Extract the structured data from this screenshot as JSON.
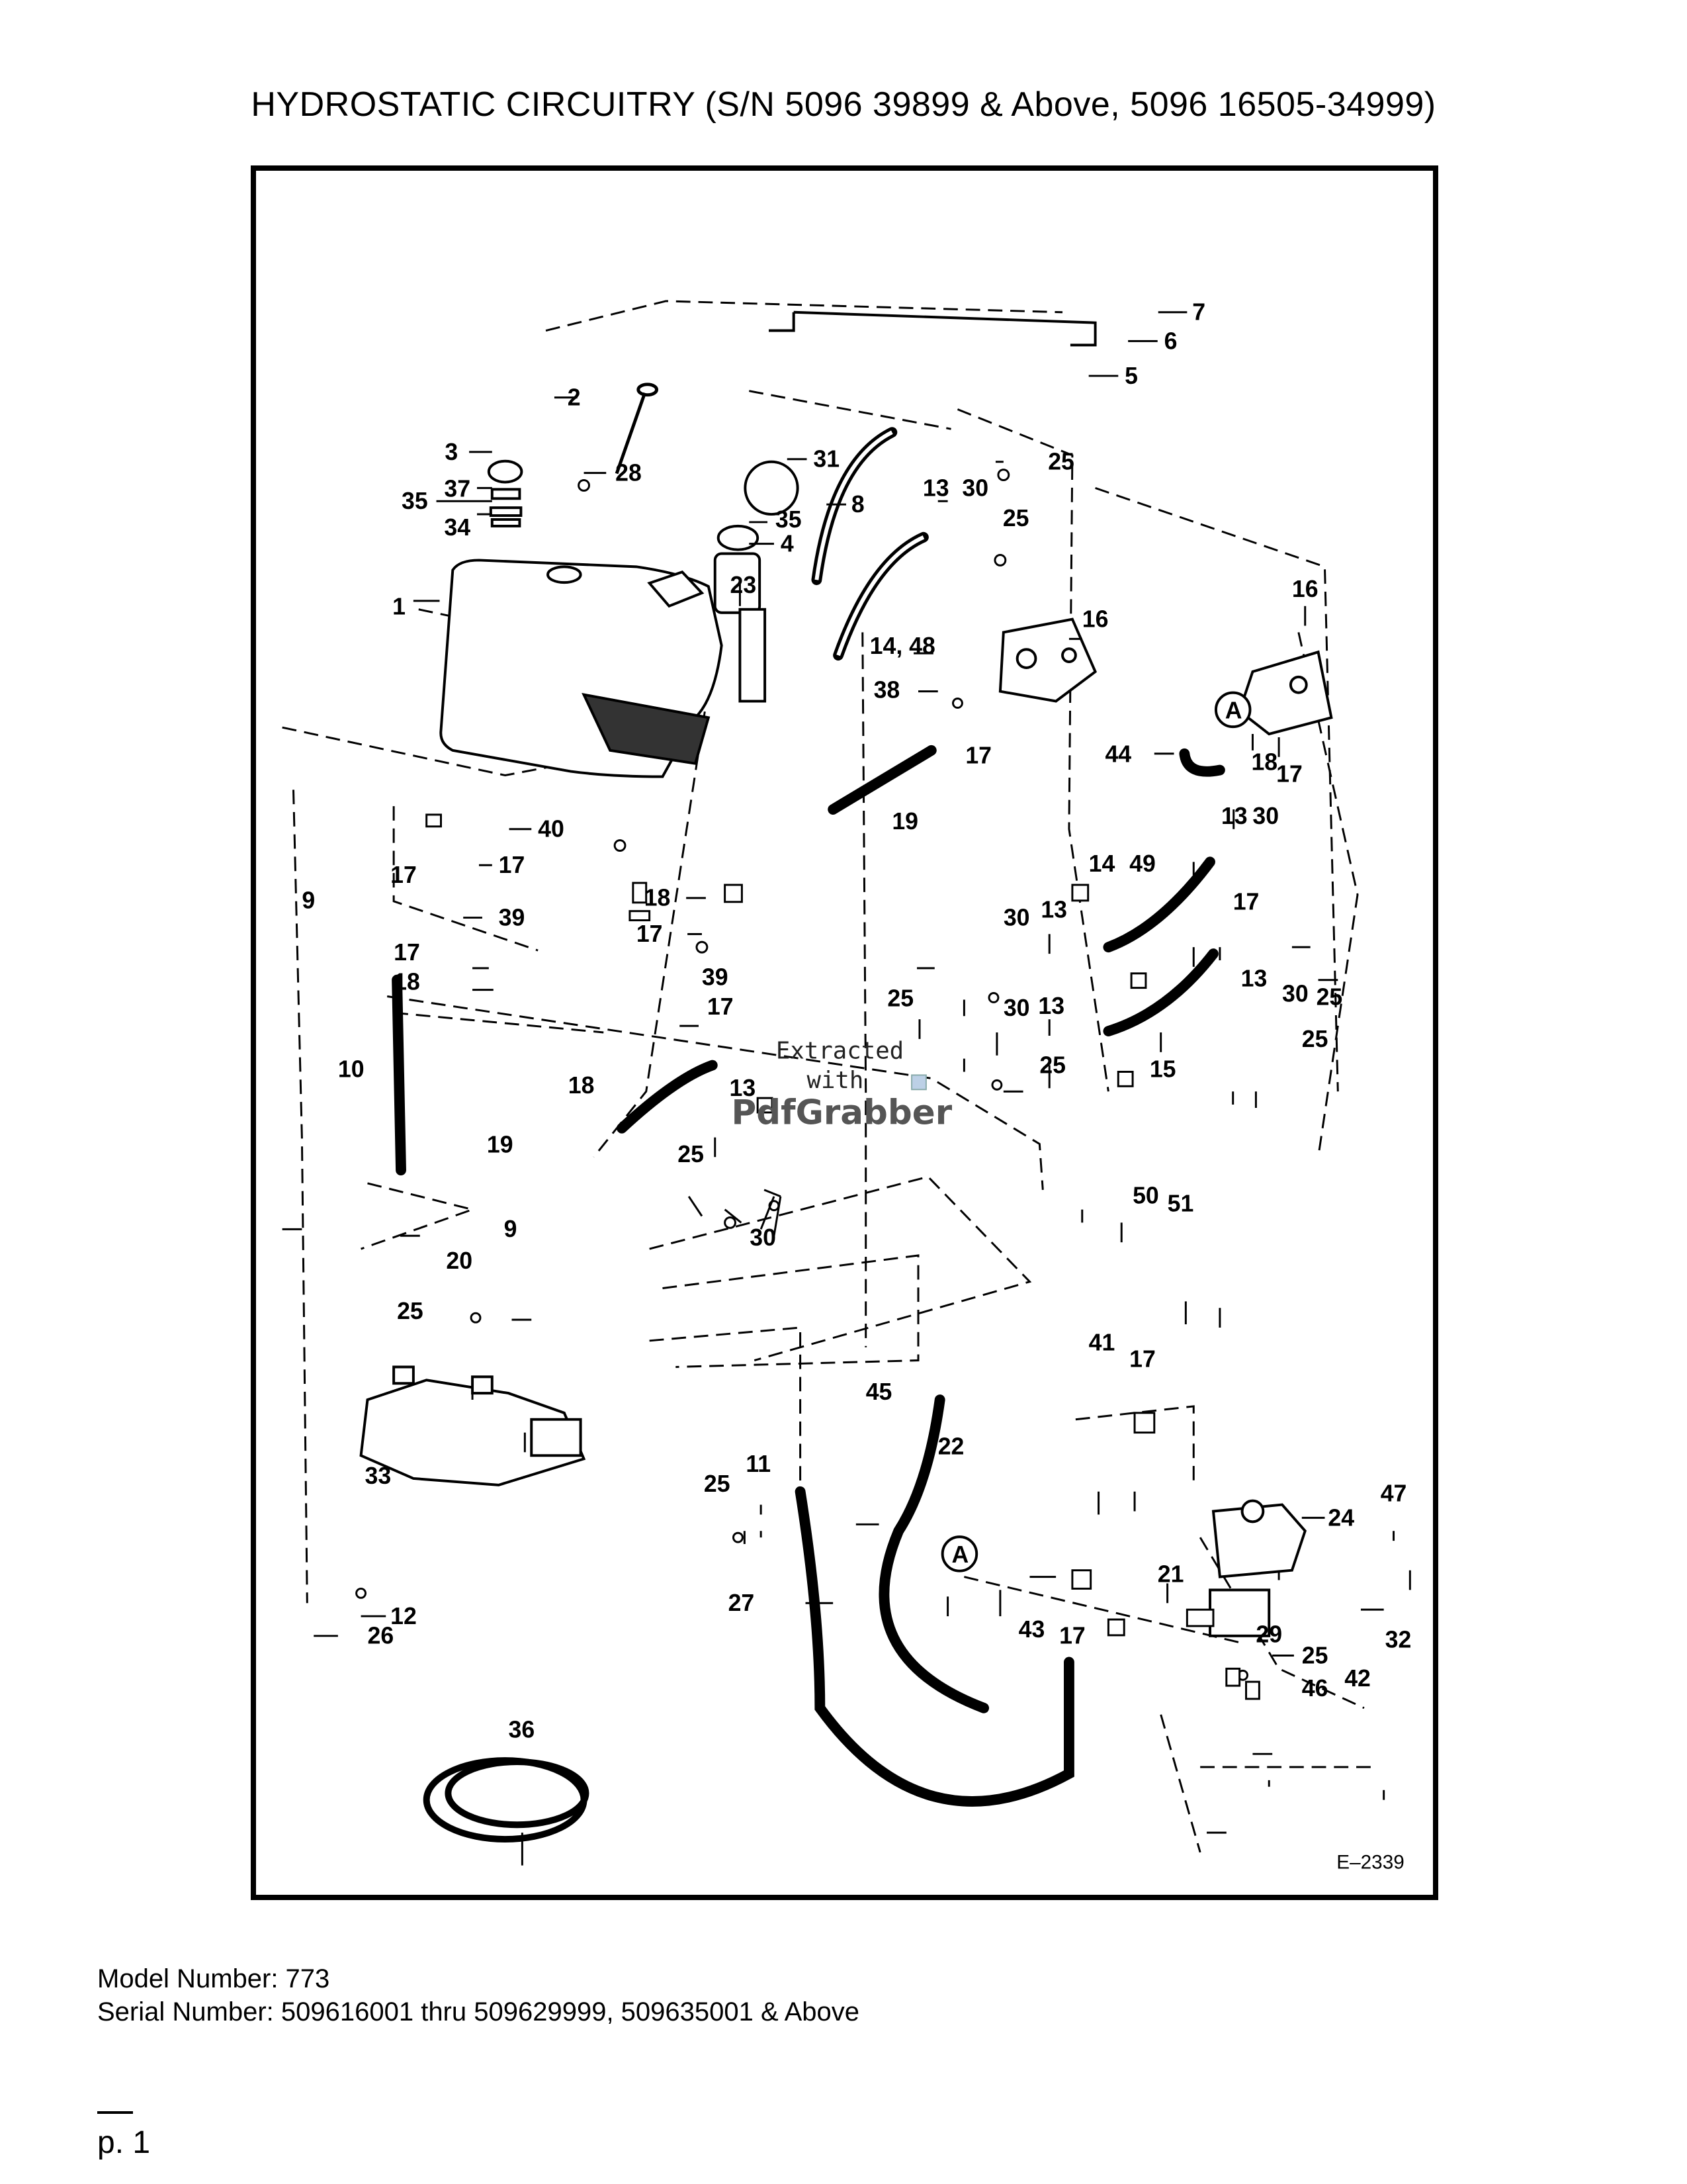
{
  "page": {
    "title": "HYDROSTATIC CIRCUITRY (S/N 5096 39899 & Above, 5096 16505-34999)",
    "model_line": "Model Number: 773",
    "serial_line": "Serial Number: 509616001 thru 509629999, 509635001 & Above",
    "page_number": "p. 1"
  },
  "diagram": {
    "drawing_id": "E–2339",
    "detail_marker": "A",
    "watermark": {
      "line1": "Extracted",
      "line2": "with",
      "brand": "PdfGrabber"
    },
    "callouts": [
      "7",
      "6",
      "5",
      "2",
      "28",
      "3",
      "37",
      "35",
      "34",
      "31",
      "35",
      "4",
      "25",
      "8",
      "13",
      "30",
      "25",
      "1",
      "23",
      "16",
      "16",
      "14, 48",
      "38",
      "17",
      "44",
      "17",
      "18",
      "13",
      "30",
      "40",
      "17",
      "17",
      "9",
      "39",
      "17",
      "18",
      "39",
      "17",
      "18",
      "17",
      "19",
      "14",
      "49",
      "30",
      "13",
      "17",
      "13",
      "30",
      "25",
      "25",
      "30",
      "13",
      "25",
      "15",
      "25",
      "10",
      "18",
      "13",
      "19",
      "25",
      "30",
      "50",
      "51",
      "9",
      "20",
      "25",
      "33",
      "45",
      "41",
      "17",
      "22",
      "11",
      "25",
      "24",
      "47",
      "27",
      "43",
      "17",
      "21",
      "29",
      "32",
      "12",
      "26",
      "25",
      "42",
      "46",
      "36"
    ]
  }
}
